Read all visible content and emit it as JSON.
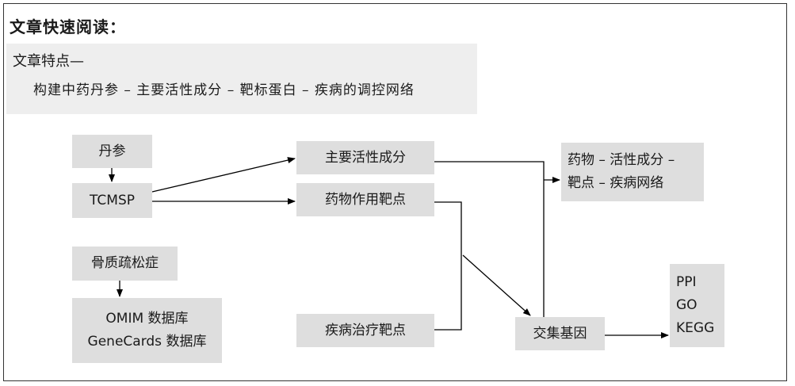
{
  "header": {
    "title": "文章快速阅读："
  },
  "feature": {
    "heading": "文章特点—",
    "text": "构建中药丹参 – 主要活性成分 – 靶标蛋白 – 疾病的调控网络"
  },
  "nodes": {
    "danshen": "丹参",
    "tcmsp": "TCMSP",
    "osteoporosis": "骨质疏松症",
    "databases": [
      "OMIM 数据库",
      "GeneCards 数据库"
    ],
    "active_ingredients": "主要活性成分",
    "drug_targets": "药物作用靶点",
    "disease_targets": "疾病治疗靶点",
    "intersection_genes": "交集基因",
    "network": [
      "药物 – 活性成分 –",
      "靶点 – 疾病网络"
    ],
    "analyses": [
      "PPI",
      "GO",
      "KEGG"
    ]
  },
  "colors": {
    "box_fill": "#dedede",
    "panel_fill": "#eeeeee",
    "line": "#000000"
  }
}
